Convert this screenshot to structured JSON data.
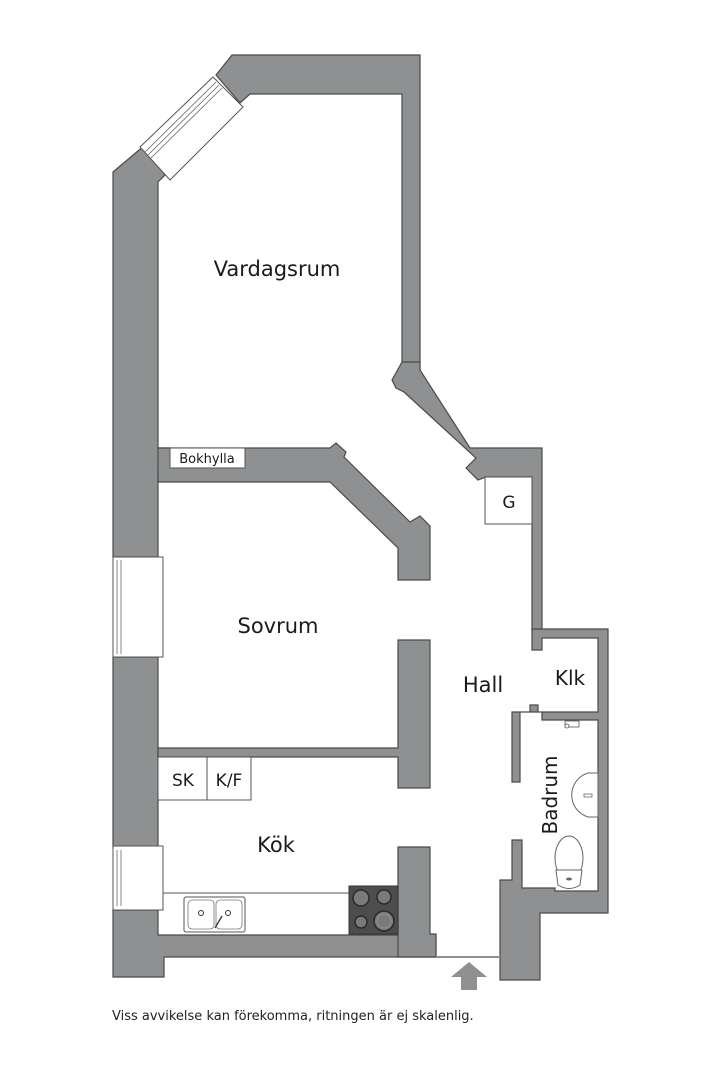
{
  "floorplan": {
    "rooms": {
      "vardagsrum": "Vardagsrum",
      "sovrum": "Sovrum",
      "kok": "Kök",
      "hall": "Hall",
      "klk": "Klk",
      "badrum": "Badrum"
    },
    "fixtures": {
      "bokhylla": "Bokhylla",
      "g": "G",
      "sk": "SK",
      "kf": "K/F"
    },
    "entrance_arrow": "entrance-arrow-icon"
  },
  "footnote": "Viss avvikelse kan förekomma, ritningen är ej skalenlig.",
  "colors": {
    "wall": "#8e9091",
    "wall_outline": "#4a4a4a",
    "stove": "#4d4d4d",
    "background": "#ffffff"
  }
}
